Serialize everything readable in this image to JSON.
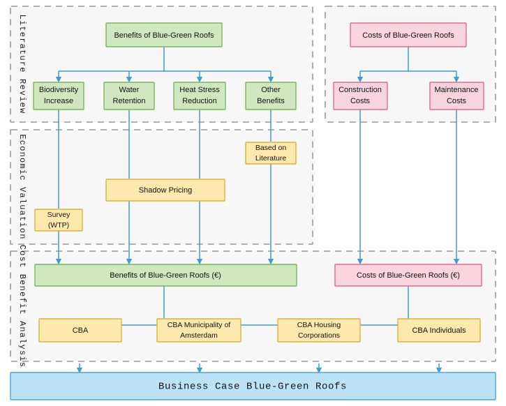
{
  "diagram": {
    "title": "Blue-Green Roofs Cost Benefit Analysis Flowchart",
    "colors": {
      "green_fill": "#cfe8bf",
      "green_stroke": "#7cb65e",
      "pink_fill": "#f8d4de",
      "pink_stroke": "#de6b8f",
      "yellow_fill": "#fde8ae",
      "yellow_stroke": "#d9b33c",
      "blue_fill": "#bce2f5",
      "blue_stroke": "#4ba3dd",
      "edge": "#3d9bd6",
      "group_fill": "#f7f7f7",
      "group_stroke": "#999999"
    },
    "groups": {
      "literature_review": "Literature Review",
      "economic_valuation": "Economic Valuation",
      "cost_benefit_analysis": "Cost Benefit Analysis"
    },
    "nodes": {
      "benefits_root": "Benefits of Blue-Green Roofs",
      "costs_root": "Costs of Blue-Green Roofs",
      "biodiversity_line1": "Biodiversity",
      "biodiversity_line2": "Increase",
      "water_line1": "Water",
      "water_line2": "Retention",
      "heat_line1": "Heat Stress",
      "heat_line2": "Reduction",
      "other_line1": "Other",
      "other_line2": "Benefits",
      "construction_line1": "Construction",
      "construction_line2": "Costs",
      "maintenance_line1": "Maintenance",
      "maintenance_line2": "Costs",
      "based_on_line1": "Based on",
      "based_on_line2": "Literature",
      "shadow_pricing": "Shadow Pricing",
      "survey_line1": "Survey",
      "survey_line2": "(WTP)",
      "benefits_euro": "Benefits of Blue-Green Roofs (€)",
      "costs_euro": "Costs of Blue-Green Roofs (€)",
      "cba": "CBA",
      "cba_municipality_line1": "CBA Municipality of",
      "cba_municipality_line2": "Amsterdam",
      "cba_housing_line1": "CBA Housing",
      "cba_housing_line2": "Corporations",
      "cba_individuals": "CBA Individuals",
      "business_case": "Business Case Blue-Green Roofs"
    }
  }
}
